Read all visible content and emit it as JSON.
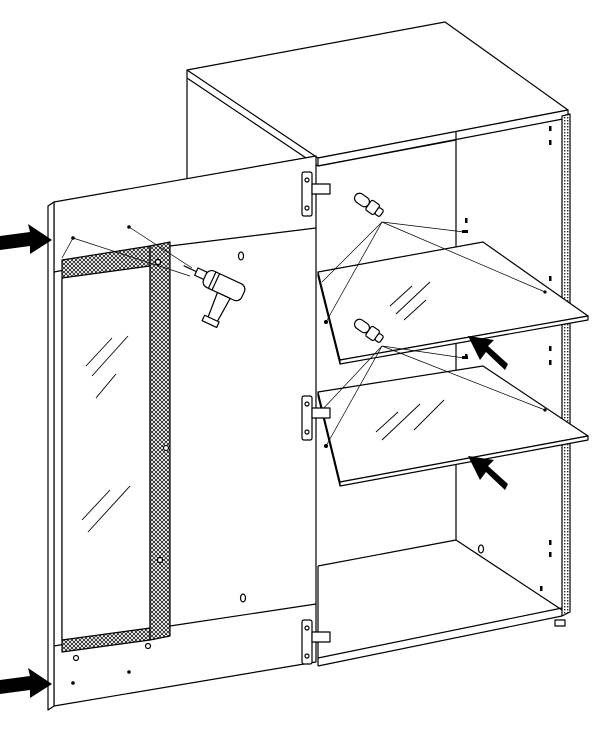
{
  "diagram": {
    "kind": "assembly-instruction",
    "colors": {
      "line": "#000000",
      "paper": "#ffffff",
      "glass_hatch": "#000000",
      "edge_banding": "#444444"
    },
    "icons": {
      "drill": "power-drill-icon",
      "pointer": "assembly-arrow-icon",
      "hinge": "cabinet-hinge-icon",
      "support": "shelf-support-icon"
    },
    "parts": {
      "cabinet": "cabinet-body",
      "door": "glass-door",
      "shelves": [
        "glass-shelf-upper",
        "glass-shelf-lower"
      ],
      "hinges": [
        "hinge-top",
        "hinge-middle",
        "hinge-bottom"
      ],
      "supports": [
        "shelf-support-upper",
        "shelf-support-lower"
      ],
      "arrows": [
        "arrow-door-top",
        "arrow-door-bottom",
        "arrow-shelf-upper",
        "arrow-shelf-lower"
      ]
    }
  }
}
